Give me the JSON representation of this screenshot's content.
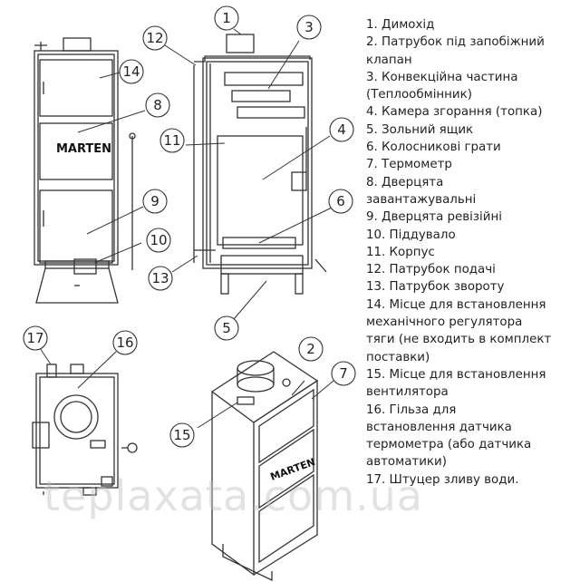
{
  "legend": [
    "1. Димохід",
    "2. Патрубок під запобіжний",
    "клапан",
    "3. Конвекційна частина",
    "(Теплообмінник)",
    "4. Камера згорання (топка)",
    "5. Зольний ящик",
    "6. Колосникові грати",
    "7. Термометр",
    "8. Дверцята",
    "завантажувальні",
    "9. Дверцята ревізійні",
    "10. Піддувало",
    "11. Корпус",
    "12. Патрубок подачі",
    "13. Патрубок звороту",
    "14. Місце для встановлення",
    "механічного    регулятора",
    "тяги (не входить в комплект",
    "поставки)",
    "15. Місце для встановлення",
    "вентилятора",
    "16. Гільза для",
    "встановлення датчика",
    "термометра (або датчика",
    "автоматики)",
    "17. Штуцер зливу води."
  ],
  "callouts": [
    "1",
    "2",
    "3",
    "4",
    "5",
    "6",
    "7",
    "8",
    "9",
    "10",
    "11",
    "12",
    "13",
    "14",
    "15",
    "16",
    "17"
  ],
  "brand": "MARTEN",
  "watermark": "teplaxata.com.ua"
}
